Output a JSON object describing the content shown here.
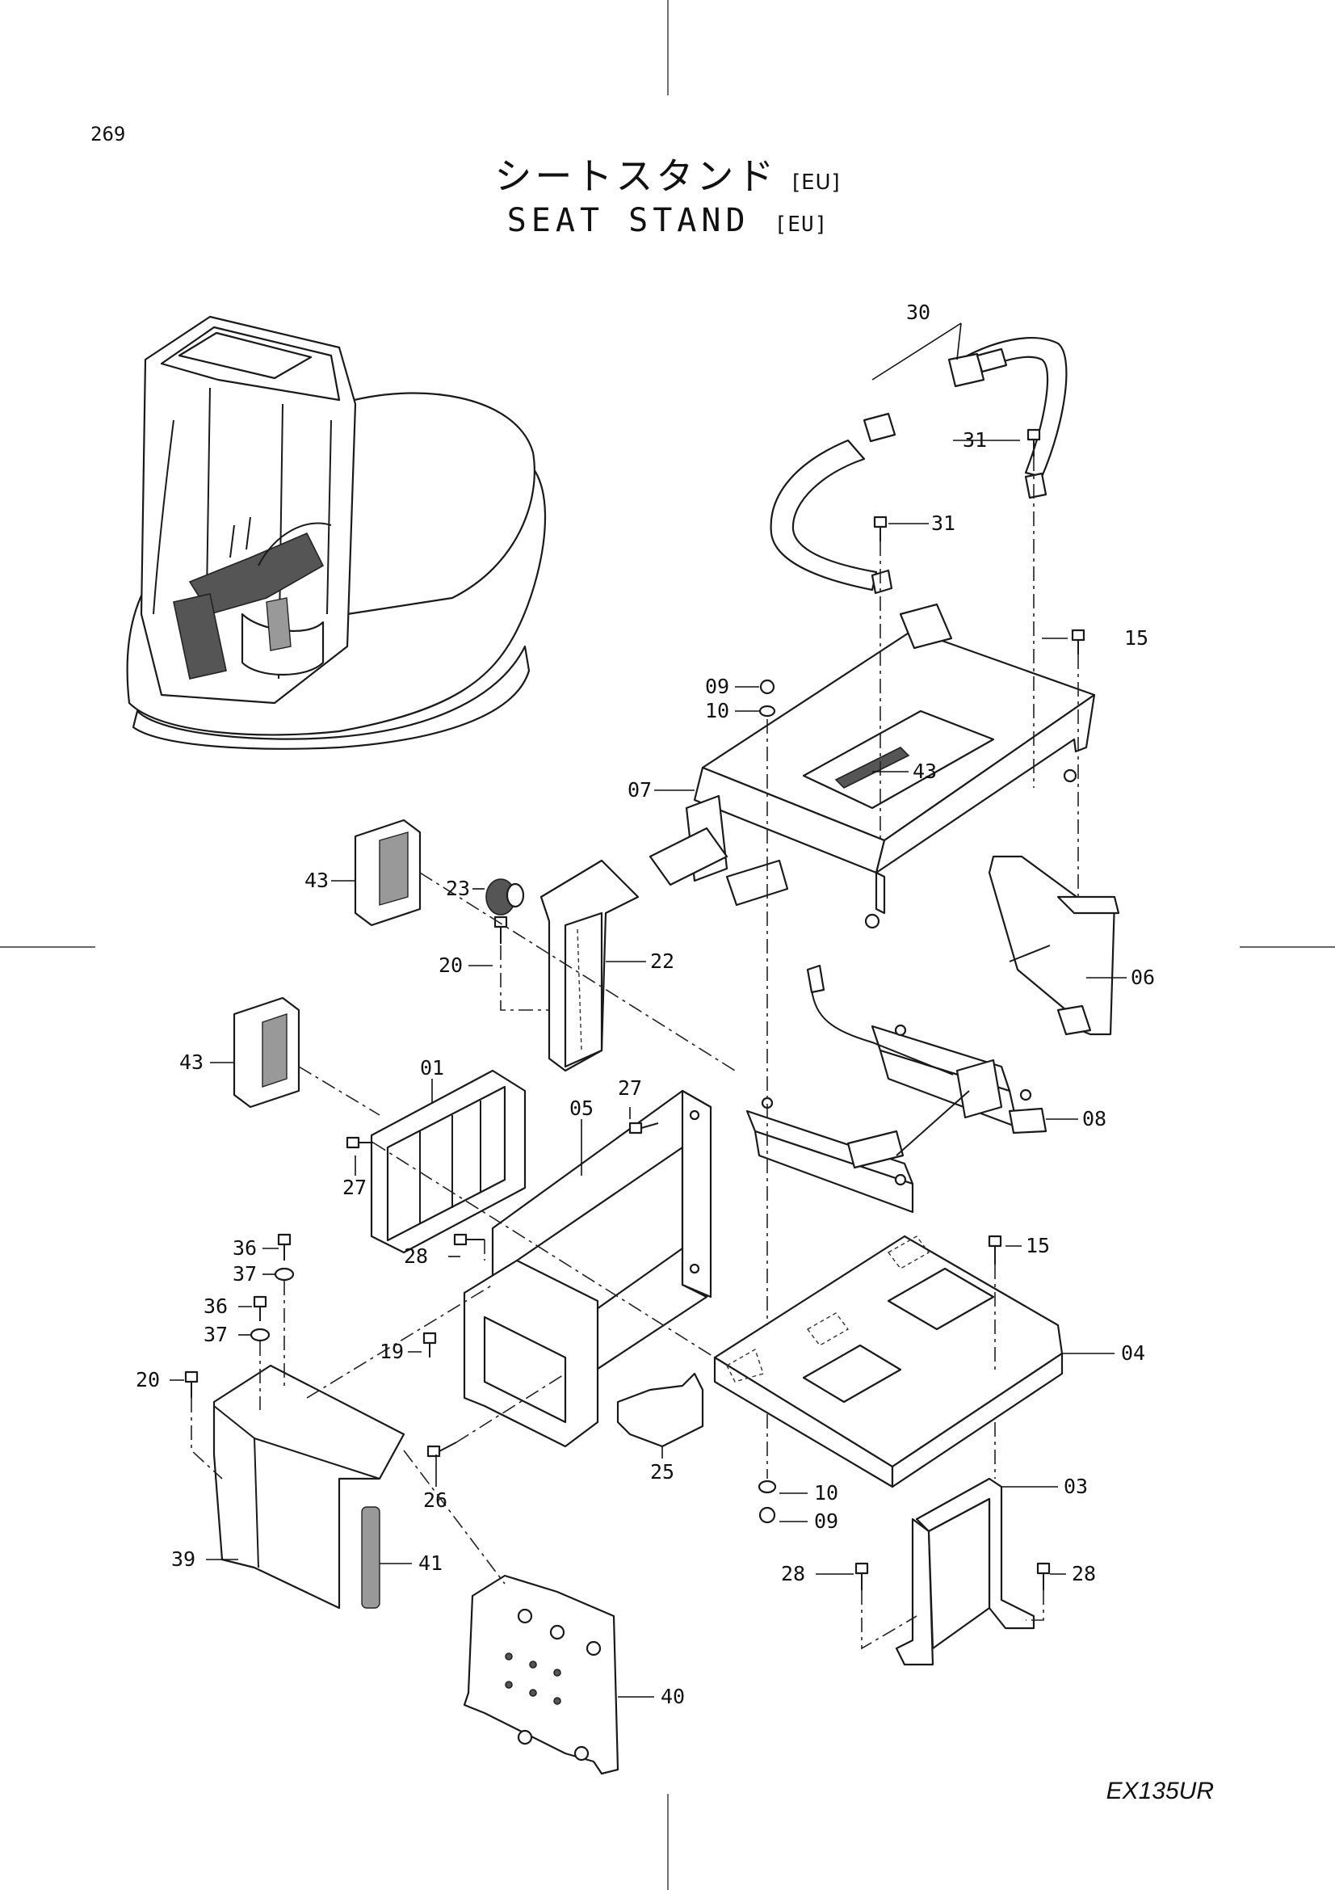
{
  "page_number": "269",
  "title": {
    "japanese": "シートスタンド",
    "english": "SEAT STAND",
    "suffix": "[EU]"
  },
  "model": "EX135UR",
  "callouts": [
    {
      "id": "c30",
      "label": "30"
    },
    {
      "id": "c31a",
      "label": "31"
    },
    {
      "id": "c31b",
      "label": "31"
    },
    {
      "id": "c15a",
      "label": "15"
    },
    {
      "id": "c09a",
      "label": "09"
    },
    {
      "id": "c10a",
      "label": "10"
    },
    {
      "id": "c07",
      "label": "07"
    },
    {
      "id": "c43a",
      "label": "43"
    },
    {
      "id": "c43b",
      "label": "43"
    },
    {
      "id": "c23",
      "label": "23"
    },
    {
      "id": "c22",
      "label": "22"
    },
    {
      "id": "c20a",
      "label": "20"
    },
    {
      "id": "c06",
      "label": "06"
    },
    {
      "id": "c43c",
      "label": "43"
    },
    {
      "id": "c01",
      "label": "01"
    },
    {
      "id": "c27a",
      "label": "27"
    },
    {
      "id": "c05",
      "label": "05"
    },
    {
      "id": "c27b",
      "label": "27"
    },
    {
      "id": "c08",
      "label": "08"
    },
    {
      "id": "c36a",
      "label": "36"
    },
    {
      "id": "c37a",
      "label": "37"
    },
    {
      "id": "c28a",
      "label": "28"
    },
    {
      "id": "c15b",
      "label": "15"
    },
    {
      "id": "c36b",
      "label": "36"
    },
    {
      "id": "c37b",
      "label": "37"
    },
    {
      "id": "c19",
      "label": "19"
    },
    {
      "id": "c04",
      "label": "04"
    },
    {
      "id": "c20b",
      "label": "20"
    },
    {
      "id": "c25",
      "label": "25"
    },
    {
      "id": "c03",
      "label": "03"
    },
    {
      "id": "c26",
      "label": "26"
    },
    {
      "id": "c10b",
      "label": "10"
    },
    {
      "id": "c09b",
      "label": "09"
    },
    {
      "id": "c39",
      "label": "39"
    },
    {
      "id": "c41",
      "label": "41"
    },
    {
      "id": "c28b",
      "label": "28"
    },
    {
      "id": "c28c",
      "label": "28"
    },
    {
      "id": "c40",
      "label": "40"
    }
  ]
}
